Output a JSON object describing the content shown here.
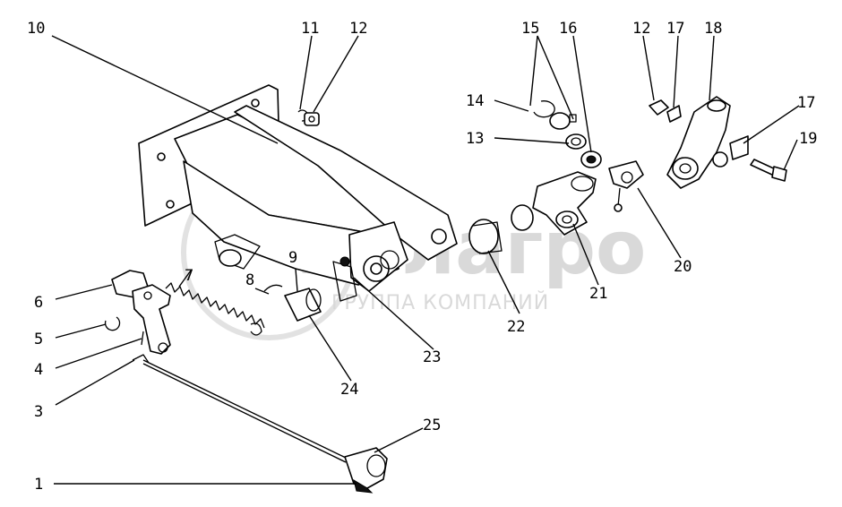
{
  "watermark": {
    "brand": "Белагро",
    "subtitle": "ГРУППА КОМПАНИЙ"
  },
  "callouts": [
    {
      "id": "c10",
      "label": "10"
    },
    {
      "id": "c11",
      "label": "11"
    },
    {
      "id": "c12a",
      "label": "12"
    },
    {
      "id": "c15",
      "label": "15"
    },
    {
      "id": "c16",
      "label": "16"
    },
    {
      "id": "c12b",
      "label": "12"
    },
    {
      "id": "c17a",
      "label": "17"
    },
    {
      "id": "c18",
      "label": "18"
    },
    {
      "id": "c14",
      "label": "14"
    },
    {
      "id": "c13",
      "label": "13"
    },
    {
      "id": "c17b",
      "label": "17"
    },
    {
      "id": "c19",
      "label": "19"
    },
    {
      "id": "c7",
      "label": "7"
    },
    {
      "id": "c8",
      "label": "8"
    },
    {
      "id": "c9",
      "label": "9"
    },
    {
      "id": "c6",
      "label": "6"
    },
    {
      "id": "c5",
      "label": "5"
    },
    {
      "id": "c4",
      "label": "4"
    },
    {
      "id": "c3",
      "label": "3"
    },
    {
      "id": "c20",
      "label": "20"
    },
    {
      "id": "c21",
      "label": "21"
    },
    {
      "id": "c22",
      "label": "22"
    },
    {
      "id": "c23",
      "label": "23"
    },
    {
      "id": "c24",
      "label": "24"
    },
    {
      "id": "c25",
      "label": "25"
    },
    {
      "id": "c1",
      "label": "1"
    }
  ]
}
